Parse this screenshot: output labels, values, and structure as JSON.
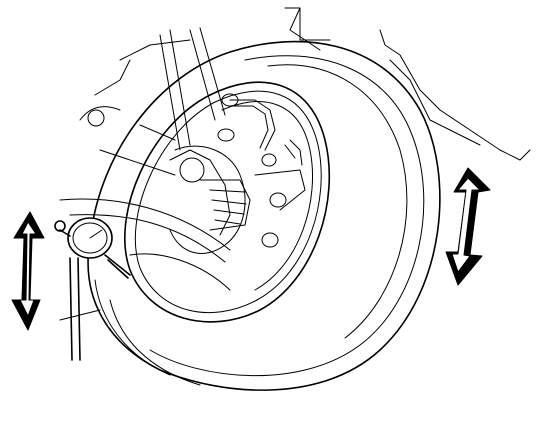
{
  "figure": {
    "subject": "wheel-runout-check",
    "line_color": "#000000",
    "background_color": "#ffffff",
    "icons": [
      "tire",
      "wheel-rim",
      "wheel-hub",
      "brake-line",
      "suspension",
      "dial-indicator",
      "up-down-arrow",
      "rotation-arrow"
    ]
  }
}
